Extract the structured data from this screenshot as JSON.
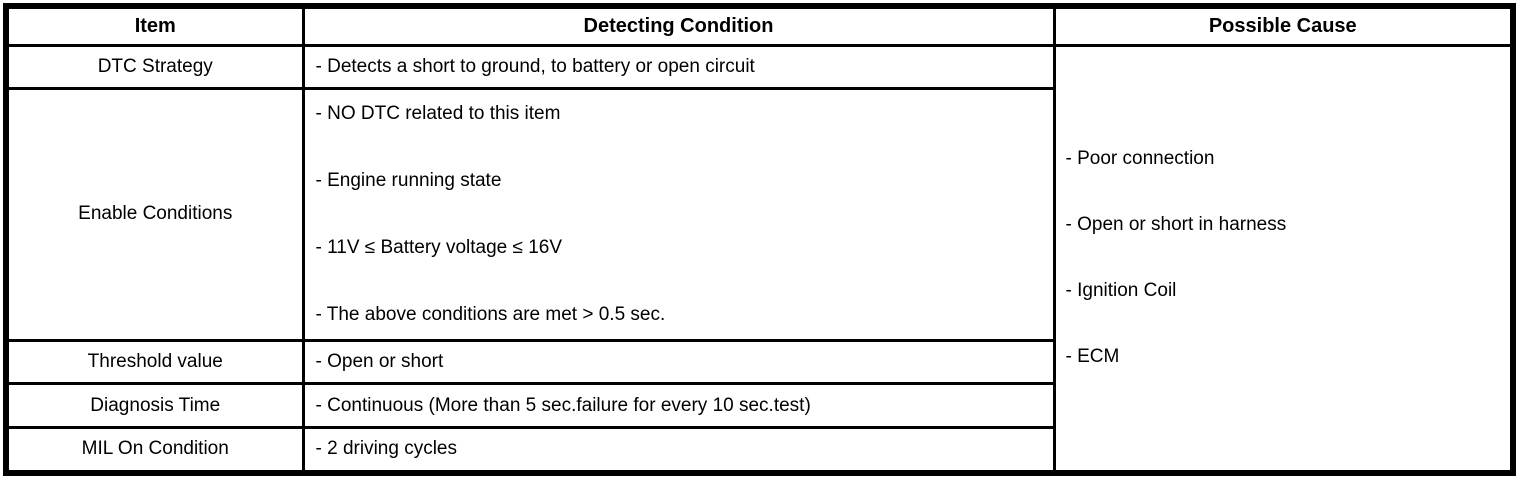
{
  "table": {
    "headers": [
      "Item",
      "Detecting Condition",
      "Possible Cause"
    ],
    "rows": [
      {
        "item": "DTC Strategy",
        "conditions": [
          "- Detects a short to ground, to battery or open circuit"
        ]
      },
      {
        "item": "Enable Conditions",
        "conditions": [
          "- NO DTC related to this item",
          "- Engine running state",
          "- 11V ≤ Battery voltage ≤ 16V",
          "- The above conditions are met > 0.5 sec."
        ]
      },
      {
        "item": "Threshold value",
        "conditions": [
          "- Open or short"
        ]
      },
      {
        "item": "Diagnosis Time",
        "conditions": [
          "- Continuous (More than 5 sec.failure for every 10 sec.test)"
        ]
      },
      {
        "item": "MIL On Condition",
        "conditions": [
          "- 2 driving cycles"
        ]
      }
    ],
    "possible_causes": [
      "- Poor connection",
      "- Open or short in harness",
      "- Ignition Coil",
      "- ECM"
    ]
  },
  "colors": {
    "border": "#000000",
    "background": "#ffffff",
    "text": "#000000"
  }
}
